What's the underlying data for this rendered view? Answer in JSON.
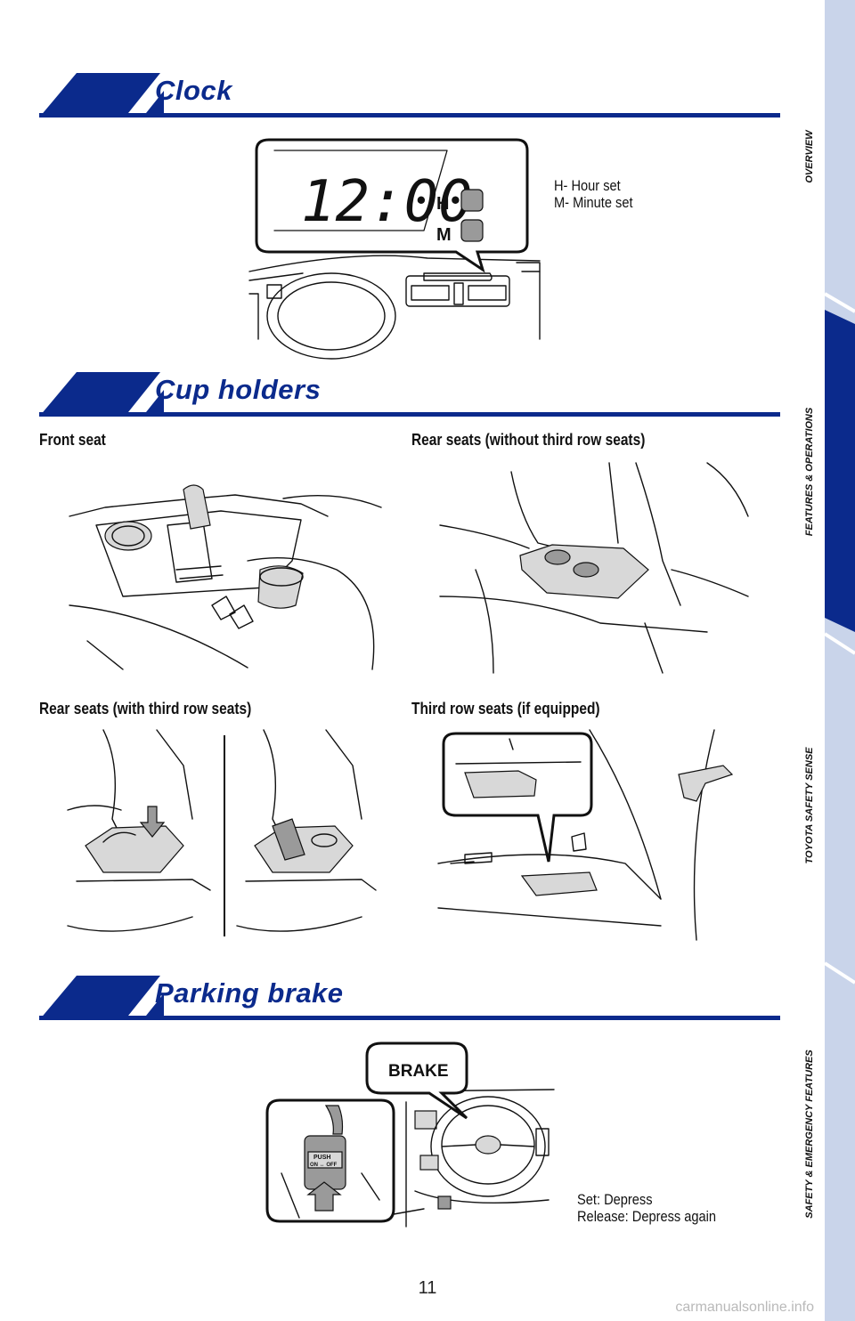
{
  "sections": {
    "clock": {
      "title": "Clock",
      "display_time": "12:00",
      "hour_button": "H",
      "minute_button": "M",
      "notes": [
        "H- Hour set",
        "M- Minute set"
      ]
    },
    "cup_holders": {
      "title": "Cup holders",
      "front_seat": "Front seat",
      "rear_without_third": "Rear seats (without third row seats)",
      "rear_with_third": "Rear seats (with third row seats)",
      "third_row": "Third row seats (if equipped)"
    },
    "parking_brake": {
      "title": "Parking brake",
      "brake_label": "BRAKE",
      "pedal_label_1": "PUSH",
      "pedal_label_2": "ON ↔ OFF",
      "notes": [
        "Set: Depress",
        "Release: Depress again"
      ]
    }
  },
  "sidebar": {
    "items": [
      {
        "label": "OVERVIEW",
        "active": false
      },
      {
        "label": "FEATURES & OPERATIONS",
        "active": true
      },
      {
        "label": "TOYOTA SAFETY SENSE",
        "active": false
      },
      {
        "label": "SAFETY & EMERGENCY FEATURES",
        "active": false
      }
    ]
  },
  "footer": {
    "page_number": "11",
    "watermark": "carmanualsonline.info"
  },
  "colors": {
    "brand_blue": "#0b2a8c",
    "sidebar_light": "#c9d4ea"
  }
}
